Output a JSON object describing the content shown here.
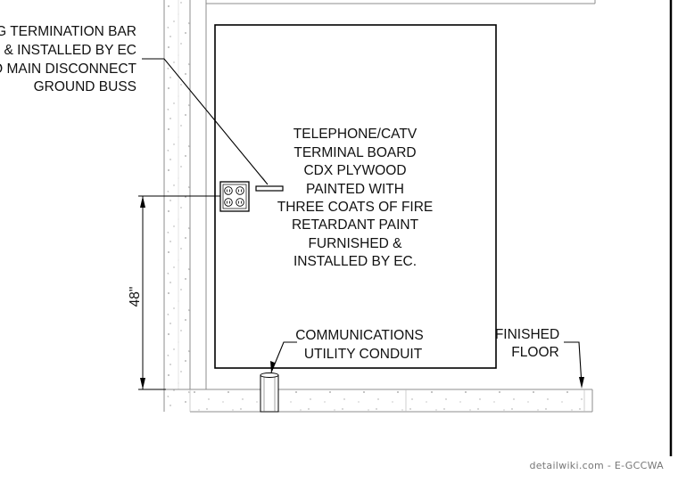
{
  "ground_bar_note": [
    "ING TERMINATION BAR",
    "ED & INSTALLED BY EC",
    "TO MAIN DISCONNECT",
    "GROUND BUSS"
  ],
  "board_note": [
    "TELEPHONE/CATV",
    "TERMINAL BOARD",
    "CDX PLYWOOD",
    "PAINTED WITH",
    "THREE COATS OF FIRE",
    "RETARDANT PAINT",
    "FURNISHED &",
    "INSTALLED BY EC."
  ],
  "conduit_note": [
    "COMMUNICATIONS",
    "UTILITY CONDUIT"
  ],
  "floor_note": [
    "FINISHED",
    "FLOOR"
  ],
  "dimension": "48\"",
  "watermark": "detailwiki.com - E-GCCWA"
}
